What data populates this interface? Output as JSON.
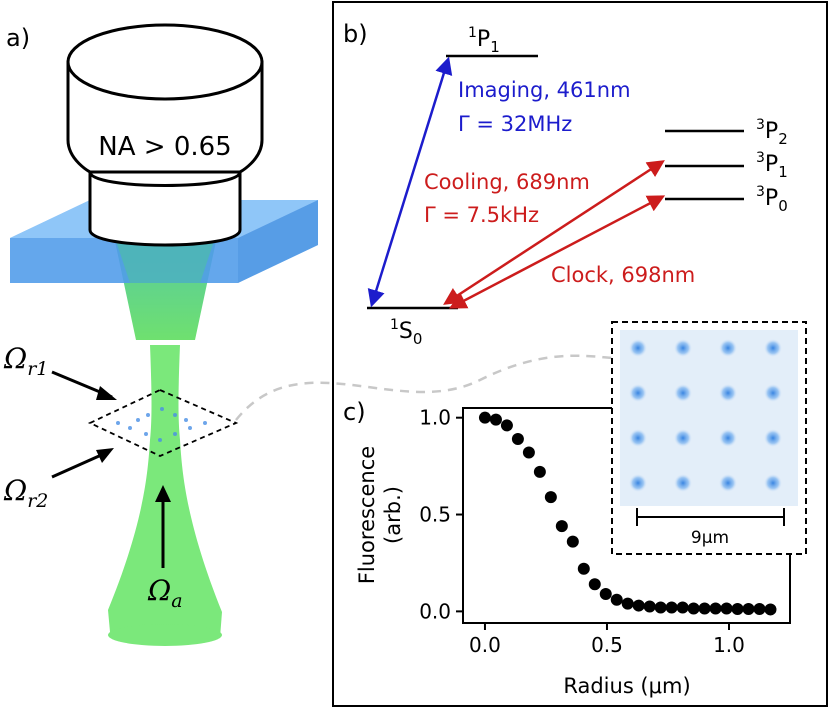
{
  "panels": {
    "a": "a)",
    "b": "b)",
    "c": "c)"
  },
  "panel_a": {
    "objective_label": "NA > 0.65",
    "omega_r1": {
      "sym": "Ω",
      "sub": "r1"
    },
    "omega_r2": {
      "sym": "Ω",
      "sub": "r2"
    },
    "omega_a": {
      "sym": "Ω",
      "sub": "a"
    },
    "colors": {
      "glass": "#5aa6f2",
      "beam": "#7be87b"
    }
  },
  "panel_b": {
    "levels": {
      "p1_singlet": {
        "sup": "1",
        "base": "P",
        "sub": "1"
      },
      "s0": {
        "sup": "1",
        "base": "S",
        "sub": "0"
      },
      "p2": {
        "sup": "3",
        "base": "P",
        "sub": "2"
      },
      "p1_triplet": {
        "sup": "3",
        "base": "P",
        "sub": "1"
      },
      "p0": {
        "sup": "3",
        "base": "P",
        "sub": "0"
      }
    },
    "transitions": {
      "imaging_name": "Imaging, 461nm",
      "imaging_gamma": "Γ = 32MHz",
      "cooling_name": "Cooling, 689nm",
      "cooling_gamma": "Γ = 7.5kHz",
      "clock_name": "Clock, 698nm"
    },
    "colors": {
      "imaging": "#1c1ccc",
      "red": "#cc1c1c"
    }
  },
  "inset": {
    "scalebar_label": "9μm",
    "grid_rows": 4,
    "grid_cols": 4,
    "color": "#3a8ee8"
  },
  "chart_data": {
    "type": "scatter",
    "xlabel": "Radius (μm)",
    "ylabel": "Fluorescence\n(arb.)",
    "ylabel_line1": "Fluorescence",
    "ylabel_line2": "(arb.)",
    "xlim": [
      -0.09,
      1.25
    ],
    "ylim": [
      -0.06,
      1.05
    ],
    "xticks": [
      0.0,
      0.5,
      1.0
    ],
    "xtick_labels": [
      "0.0",
      "0.5",
      "1.0"
    ],
    "yticks": [
      0.0,
      0.5,
      1.0
    ],
    "ytick_labels": [
      "0.0",
      "0.5",
      "1.0"
    ],
    "x": [
      0.0,
      0.045,
      0.09,
      0.135,
      0.18,
      0.225,
      0.27,
      0.315,
      0.36,
      0.405,
      0.45,
      0.495,
      0.54,
      0.585,
      0.63,
      0.675,
      0.72,
      0.765,
      0.81,
      0.855,
      0.9,
      0.945,
      0.99,
      1.035,
      1.08,
      1.125,
      1.17
    ],
    "y": [
      1.0,
      0.99,
      0.96,
      0.89,
      0.82,
      0.72,
      0.59,
      0.44,
      0.36,
      0.22,
      0.14,
      0.09,
      0.06,
      0.04,
      0.03,
      0.025,
      0.02,
      0.02,
      0.02,
      0.015,
      0.015,
      0.015,
      0.015,
      0.012,
      0.012,
      0.012,
      0.01
    ]
  }
}
